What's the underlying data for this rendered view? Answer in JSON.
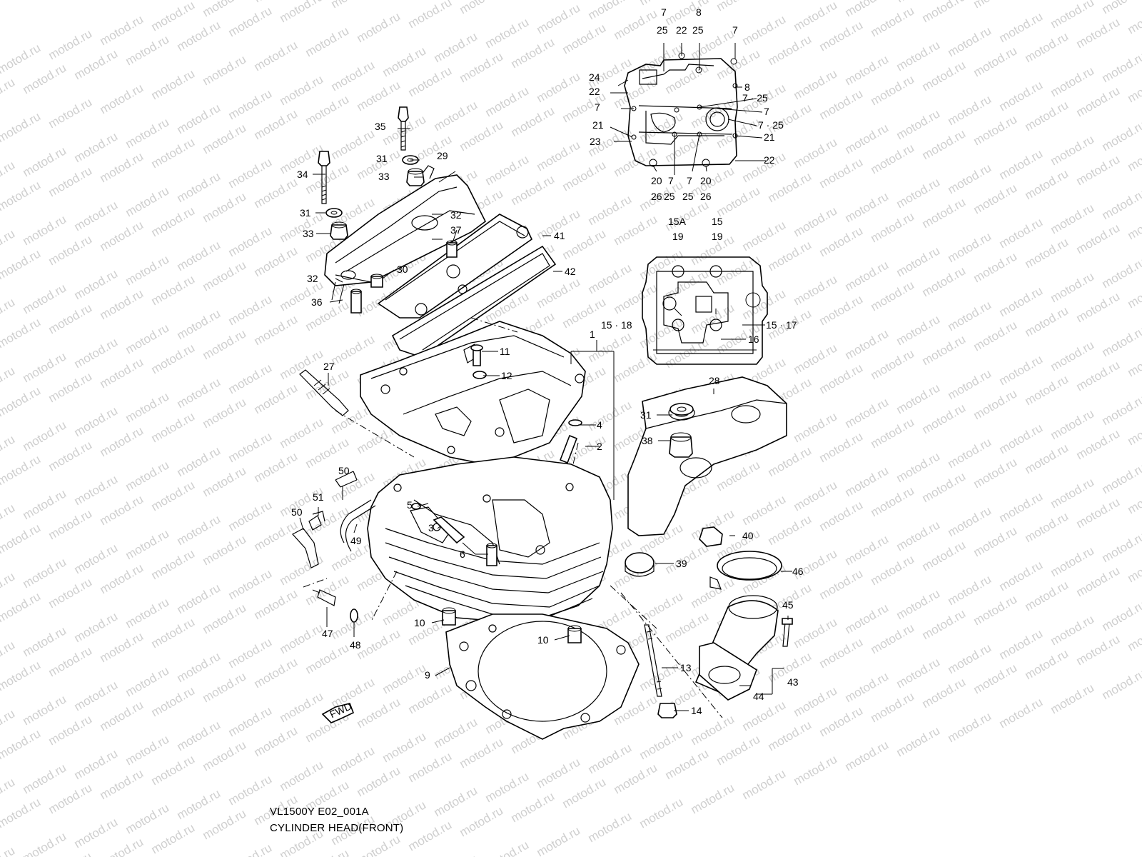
{
  "watermark": "motod.ru",
  "caption": {
    "code": "VL1500Y E02_001A",
    "title": "CYLINDER HEAD(FRONT)"
  },
  "fwd_label": "FWD",
  "callouts": {
    "c1": "1",
    "c2": "2",
    "c3": "3",
    "c4": "4",
    "c5": "5",
    "c6": "6",
    "c9": "9",
    "c10a": "10",
    "c10b": "10",
    "c11": "11",
    "c12": "12",
    "c13": "13",
    "c14": "14",
    "c15a_top": "15A",
    "c19a": "19",
    "c15_top": "15",
    "c19b": "19",
    "c15_18": "15 · 18",
    "c15_17": "15 · 17",
    "c16": "16",
    "c20a": "20",
    "c26a": "26",
    "c7b1": "7",
    "c25b1": "25",
    "c7b2": "7",
    "c25b2": "25",
    "c20b": "20",
    "c26b": "26",
    "c7t1": "7",
    "c25t1": "25",
    "c22t": "22",
    "c8t": "8",
    "c25t2": "25",
    "c7t2": "7",
    "c24": "24",
    "c22l": "22",
    "c7l": "7",
    "c21l": "21",
    "c23": "23",
    "c8r": "8",
    "c7_25r1": "7 · 25",
    "c7r": "7",
    "c7_25r2": "7 · 25",
    "c21r": "21",
    "c22r": "22",
    "c27": "27",
    "c28": "28",
    "c29": "29",
    "c30": "30",
    "c31a": "31",
    "c31b": "31",
    "c31c": "31",
    "c32a": "32",
    "c32b": "32",
    "c33a": "33",
    "c33b": "33",
    "c34": "34",
    "c35": "35",
    "c36": "36",
    "c37": "37",
    "c38": "38",
    "c39": "39",
    "c40": "40",
    "c41": "41",
    "c42": "42",
    "c43": "43",
    "c44": "44",
    "c45": "45",
    "c46": "46",
    "c47": "47",
    "c48": "48",
    "c49": "49",
    "c50a": "50",
    "c50b": "50",
    "c51": "51"
  }
}
